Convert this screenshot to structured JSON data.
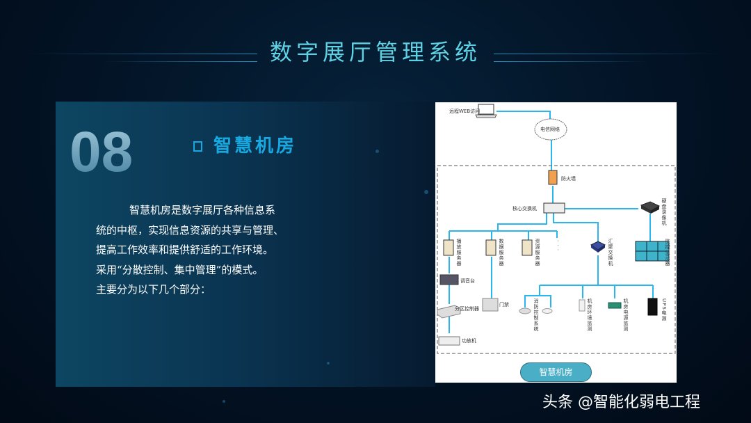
{
  "header": {
    "title": "数字展厅管理系统"
  },
  "section": {
    "number": "08",
    "heading": "智慧机房",
    "paragraph": [
      "智慧机房是数字展厅各种信息系",
      "统的中枢，实现信息资源的共享与管理、",
      "提高工作效率和提供舒适的工作环境。",
      "采用“分散控制、集中管理”的模式。",
      "主要分为以下几个部分："
    ]
  },
  "diagram": {
    "remote": "远程WEB访问",
    "cloud": "电信网络",
    "firewall": "防火墙",
    "core_switch": "核心交换机",
    "nvr": "硬盘录像机",
    "monitor": "监控显示器",
    "servers": [
      "播放服务器",
      "数据服务器",
      "资源服务器"
    ],
    "ellipsis": "· · ·",
    "agg_switch": "汇聚交换机",
    "console": "调音台",
    "zone": "分区控制器",
    "amp": "功放机",
    "door": "门禁",
    "fire": "消防控制系统",
    "env": "机房环境监测",
    "power": "机房电源监测",
    "ups": "UPS电源",
    "button": "智慧机房",
    "colors": {
      "line": "#29b6ef",
      "button": "#4aaec7"
    }
  },
  "watermark": "头条 @智能化弱电工程"
}
